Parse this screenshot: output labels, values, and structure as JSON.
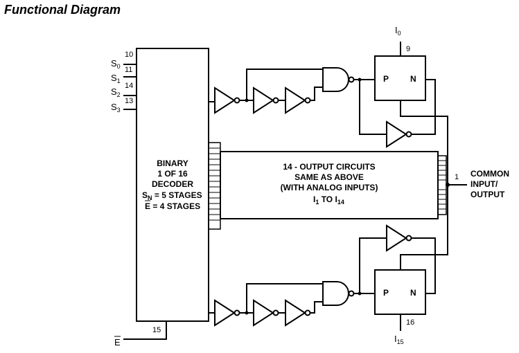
{
  "title": "Functional Diagram",
  "decoder": {
    "line1": "BINARY",
    "line2": "1 OF 16",
    "line3": "DECODER",
    "line4_main": "S",
    "line4_sub": "N",
    "line4_rest": " = 5 STAGES",
    "line5_bar": "E",
    "line5_rest": " = 4 STAGES"
  },
  "select_inputs": [
    {
      "name": "S",
      "sub": "0",
      "pin": "10"
    },
    {
      "name": "S",
      "sub": "1",
      "pin": "11"
    },
    {
      "name": "S",
      "sub": "2",
      "pin": "14"
    },
    {
      "name": "S",
      "sub": "3",
      "pin": "13"
    }
  ],
  "enable": {
    "name": "E",
    "pin": "15"
  },
  "middle": {
    "line1": "14 - OUTPUT CIRCUITS",
    "line2": "SAME AS ABOVE",
    "line3": "(WITH ANALOG INPUTS)",
    "line4_a": "I",
    "line4_a_sub": "1",
    "line4_mid": " TO I",
    "line4_b_sub": "14"
  },
  "top_io": {
    "name": "I",
    "sub": "0",
    "pin": "9"
  },
  "bottom_io": {
    "name": "I",
    "sub": "15",
    "pin": "16"
  },
  "switch": {
    "p": "P",
    "n": "N"
  },
  "common": {
    "pin": "1",
    "line1": "COMMON",
    "line2": "INPUT/",
    "line3": "OUTPUT"
  }
}
